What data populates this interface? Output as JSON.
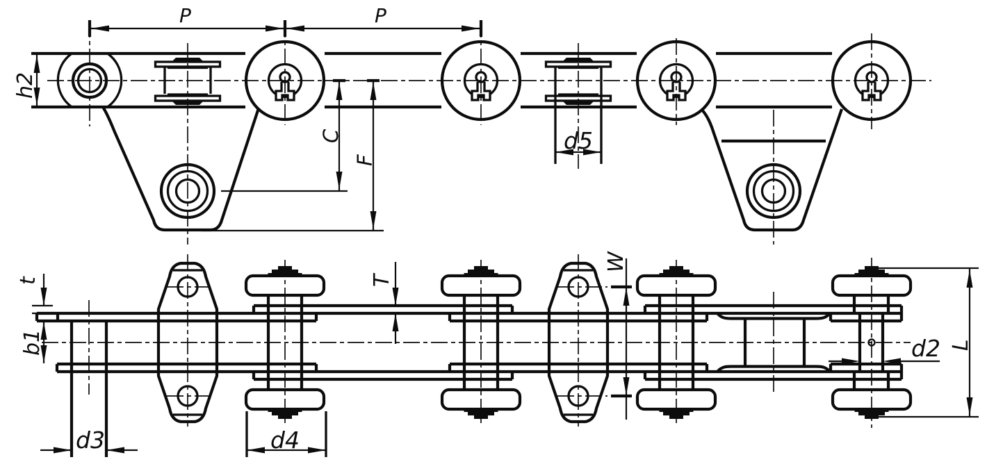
{
  "canvas": {
    "background": "#ffffff",
    "line_color": "#0c0c0c"
  },
  "dimension_labels": {
    "p1": "P",
    "p2": "P",
    "h2": "h2",
    "c": "C",
    "f": "F",
    "d5": "d5",
    "t": "t",
    "b1": "b1",
    "d3": "d3",
    "d4": "d4",
    "t_cap": "T",
    "w": "W",
    "d2": "d2",
    "l": "L"
  }
}
